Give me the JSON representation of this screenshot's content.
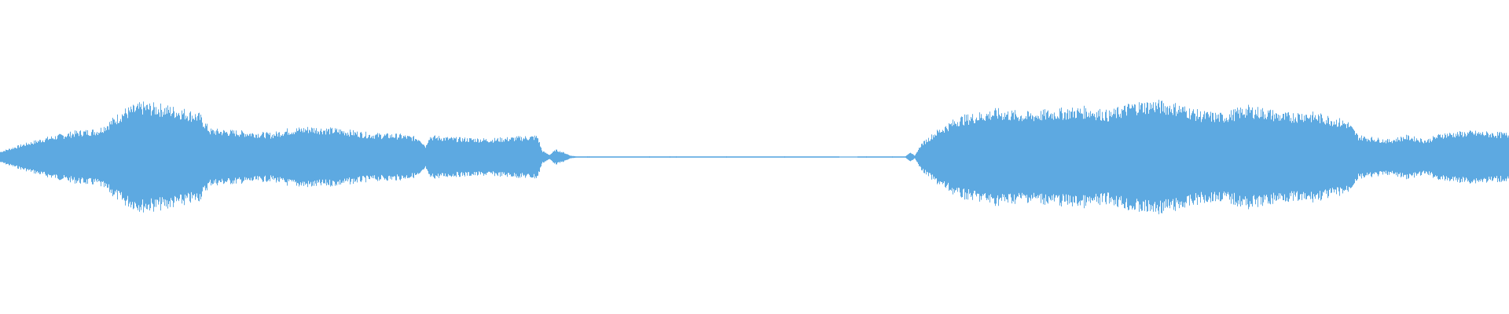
{
  "waveform": {
    "color": "#5DA9E1",
    "background": "#FFFFFF",
    "envelope": [
      [
        0,
        0.05
      ],
      [
        0.004,
        0.07
      ],
      [
        0.015,
        0.12
      ],
      [
        0.03,
        0.18
      ],
      [
        0.05,
        0.24
      ],
      [
        0.065,
        0.26
      ],
      [
        0.072,
        0.33
      ],
      [
        0.082,
        0.44
      ],
      [
        0.094,
        0.5
      ],
      [
        0.108,
        0.48
      ],
      [
        0.122,
        0.44
      ],
      [
        0.132,
        0.4
      ],
      [
        0.139,
        0.26
      ],
      [
        0.16,
        0.24
      ],
      [
        0.18,
        0.22
      ],
      [
        0.19,
        0.26
      ],
      [
        0.205,
        0.28
      ],
      [
        0.225,
        0.26
      ],
      [
        0.245,
        0.22
      ],
      [
        0.265,
        0.21
      ],
      [
        0.278,
        0.18
      ],
      [
        0.282,
        0.1
      ],
      [
        0.284,
        0.2
      ],
      [
        0.3,
        0.18
      ],
      [
        0.325,
        0.17
      ],
      [
        0.345,
        0.19
      ],
      [
        0.356,
        0.2
      ],
      [
        0.359,
        0.06
      ],
      [
        0.364,
        0.02
      ],
      [
        0.368,
        0.07
      ],
      [
        0.374,
        0.04
      ],
      [
        0.378,
        0.012
      ],
      [
        0.382,
        0.006
      ],
      [
        0.4,
        0.006
      ],
      [
        0.45,
        0.006
      ],
      [
        0.5,
        0.006
      ],
      [
        0.55,
        0.006
      ],
      [
        0.556,
        0.0
      ],
      [
        0.568,
        0.0
      ],
      [
        0.57,
        0.006
      ],
      [
        0.6,
        0.006
      ],
      [
        0.603,
        0.05
      ],
      [
        0.606,
        0.008
      ],
      [
        0.61,
        0.12
      ],
      [
        0.62,
        0.24
      ],
      [
        0.635,
        0.37
      ],
      [
        0.66,
        0.44
      ],
      [
        0.68,
        0.41
      ],
      [
        0.7,
        0.44
      ],
      [
        0.72,
        0.46
      ],
      [
        0.735,
        0.42
      ],
      [
        0.75,
        0.5
      ],
      [
        0.765,
        0.52
      ],
      [
        0.78,
        0.49
      ],
      [
        0.795,
        0.42
      ],
      [
        0.81,
        0.4
      ],
      [
        0.826,
        0.47
      ],
      [
        0.84,
        0.44
      ],
      [
        0.85,
        0.4
      ],
      [
        0.865,
        0.42
      ],
      [
        0.88,
        0.38
      ],
      [
        0.893,
        0.33
      ],
      [
        0.9,
        0.2
      ],
      [
        0.92,
        0.16
      ],
      [
        0.932,
        0.2
      ],
      [
        0.945,
        0.16
      ],
      [
        0.955,
        0.22
      ],
      [
        0.975,
        0.24
      ],
      [
        1.0,
        0.22
      ]
    ],
    "amplitude_scale": 0.62
  }
}
